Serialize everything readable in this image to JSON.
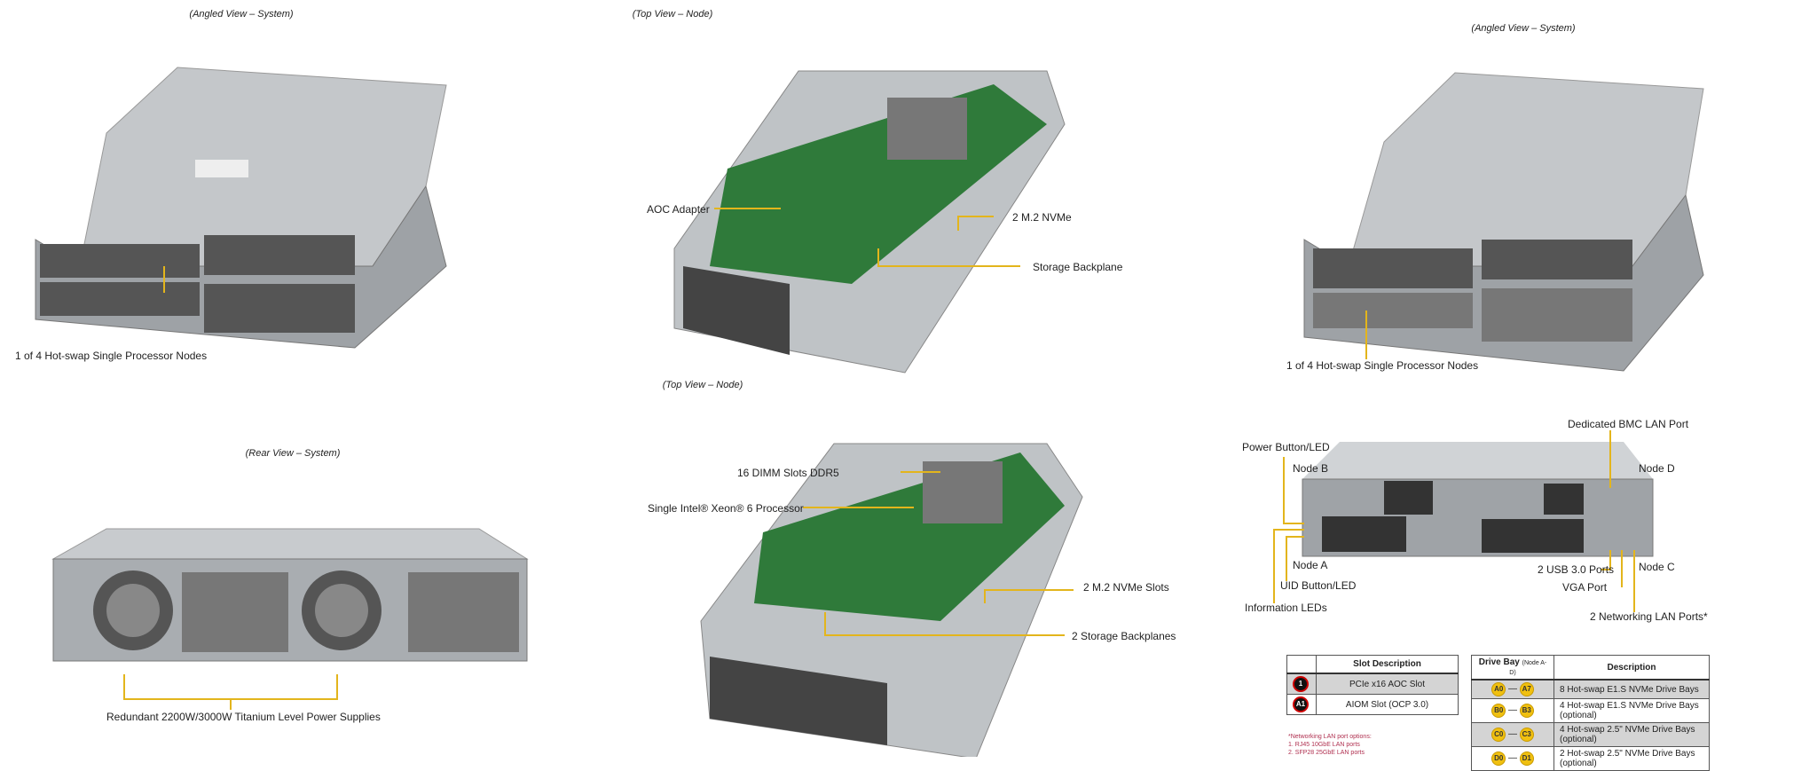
{
  "captions": {
    "angled_left": "(Angled View – System)",
    "top_node_1": "(Top View – Node)",
    "angled_right": "(Angled View – System)",
    "top_node_2": "(Top View – Node)",
    "rear": "(Rear View – System)"
  },
  "labels": {
    "nodes_left": "1 of 4 Hot-swap  Single Processor Nodes",
    "nodes_right": "1 of 4 Hot-swap  Single Processor Nodes",
    "aoc": "AOC Adapter",
    "m2": "2 M.2 NVMe",
    "backplane": "Storage Backplane",
    "dimm": "16 DIMM Slots DDR5",
    "cpu": "Single Intel® Xeon® 6 Processor",
    "m2_slots": "2 M.2 NVMe Slots",
    "backplanes": "2 Storage Backplanes",
    "psu": "Redundant  2200W/3000W Titanium Level Power Supplies",
    "power": "Power Button/LED",
    "node_b": "Node B",
    "bmc": "Dedicated BMC LAN Port",
    "node_d": "Node D",
    "node_a": "Node A",
    "uid": "UID Button/LED",
    "info": "Information  LEDs",
    "usb": "2 USB 3.0 Ports",
    "node_c": "Node C",
    "vga": "VGA Port",
    "lan": "2 Networking LAN Ports*"
  },
  "slot_table": {
    "header": "Slot Description",
    "rows": [
      {
        "badge": "1",
        "desc": "PCIe x16 AOC Slot"
      },
      {
        "badge": "A1",
        "desc": "AIOM Slot (OCP 3.0)"
      }
    ]
  },
  "drive_table": {
    "header1": "Drive Bay",
    "header1_sub": "(Node A-D)",
    "header2": "Description",
    "rows": [
      {
        "from": "A0",
        "to": "A7",
        "desc": "8 Hot-swap  E1.S NVMe Drive  Bays"
      },
      {
        "from": "B0",
        "to": "B3",
        "desc": "4 Hot-swap  E1.S NVMe Drive  Bays (optional)"
      },
      {
        "from": "C0",
        "to": "C3",
        "desc": "4 Hot-swap  2.5\" NVMe Drive  Bays (optional)"
      },
      {
        "from": "D0",
        "to": "D1",
        "desc": "2 Hot-swap  2.5\" NVMe Drive  Bays (optional)"
      }
    ]
  },
  "footnote": {
    "title": "*Networking LAN port options:",
    "items": [
      "1.    RJ45  10GbE  LAN ports",
      "2.    SFP28  25GbE LAN ports"
    ]
  },
  "colors": {
    "leader": "#e3b51c",
    "chassis": "#b8bcc0",
    "board": "#2f7a3a"
  }
}
